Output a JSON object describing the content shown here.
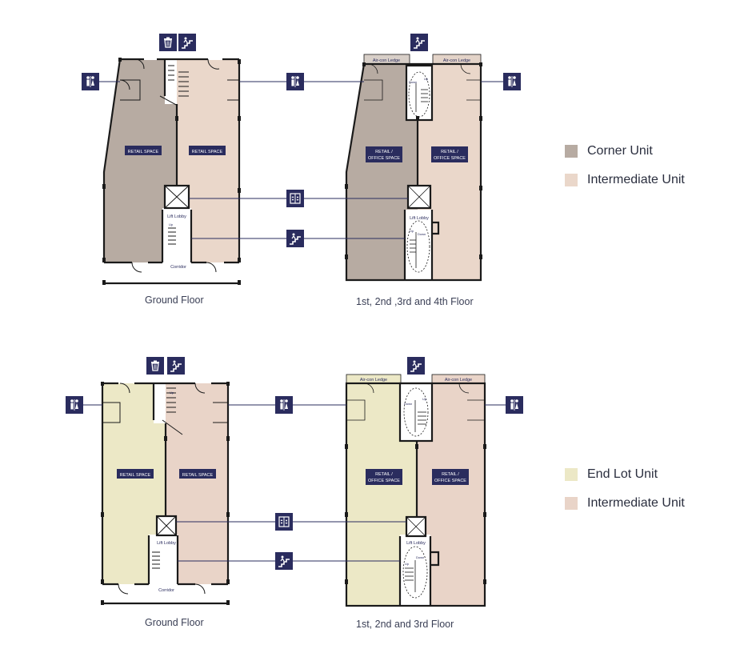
{
  "colors": {
    "corner": "#b7aba2",
    "intermediate": "#ead7ca",
    "intermediate_b": "#e9d4c8",
    "endlot": "#ece8c6",
    "ledge": "#d8cfc8",
    "wall": "#1a1a1a",
    "icon_bg": "#2a2c5e",
    "line": "#2a2c5e",
    "legend_text": "#2b2f3f"
  },
  "top_section": {
    "ground_floor": {
      "caption": "Ground Floor",
      "retail_left": "RETAIL SPACE",
      "retail_right": "RETAIL SPACE",
      "lift_lobby": "Lift Lobby",
      "corridor": "Corridor",
      "up": "Up"
    },
    "upper_floor": {
      "caption": "1st, 2nd ,3rd and 4th Floor",
      "retail_left_1": "RETAIL /",
      "retail_left_2": "OFFICE SPACE",
      "retail_right_1": "RETAIL /",
      "retail_right_2": "OFFICE SPACE",
      "aircon_left": "Air-con Ledge",
      "aircon_right": "Air-con Ledge",
      "lift_lobby": "Lift Lobby",
      "up": "Up",
      "down": "Down"
    },
    "legend": [
      {
        "label": "Corner Unit",
        "color": "#b7aba2"
      },
      {
        "label": "Intermediate Unit",
        "color": "#ead7ca"
      }
    ]
  },
  "bottom_section": {
    "ground_floor": {
      "caption": "Ground Floor",
      "retail_left": "RETAIL SPACE",
      "retail_right": "RETAIL SPACE",
      "lift_lobby": "Lift Lobby",
      "corridor": "Corridor",
      "up": "Up"
    },
    "upper_floor": {
      "caption": "1st, 2nd and 3rd Floor",
      "retail_left_1": "RETAIL /",
      "retail_left_2": "OFFICE SPACE",
      "retail_right_1": "RETAIL /",
      "retail_right_2": "OFFICE SPACE",
      "aircon_left": "Air-con Ledge",
      "aircon_right": "Air-con Ledge",
      "lift_lobby": "Lift Lobby",
      "up": "Up",
      "down": "Down"
    },
    "legend": [
      {
        "label": "End Lot Unit",
        "color": "#ece8c6"
      },
      {
        "label": "Intermediate Unit",
        "color": "#e9d4c8"
      }
    ]
  },
  "icons": {
    "toilet": "toilet-icon",
    "trash": "trash-icon",
    "stairs": "stairs-icon",
    "lift": "lift-icon"
  }
}
